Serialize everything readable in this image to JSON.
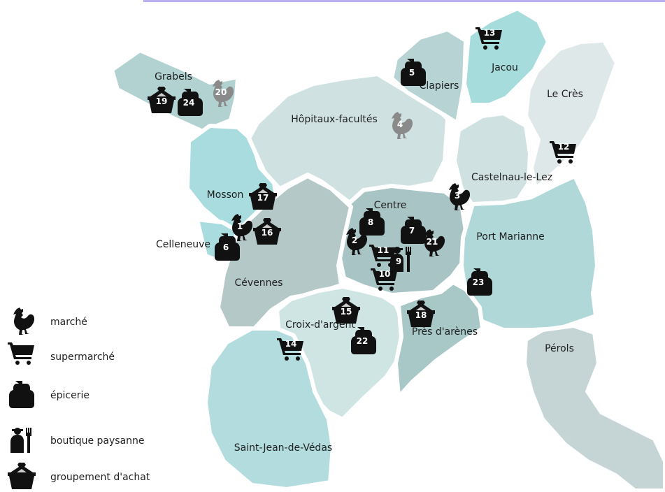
{
  "districts": [
    {
      "id": "grabels",
      "name": "Grabels",
      "fill": "#b2d2d2"
    },
    {
      "id": "mosson",
      "name": "Mosson",
      "fill": "#a9dcde"
    },
    {
      "id": "celleneuve",
      "name": "Celleneuve",
      "fill": "#a9dcde"
    },
    {
      "id": "hopitaux",
      "name": "Hôpitaux-facultés",
      "fill": "#cfe1e1"
    },
    {
      "id": "clapiers",
      "name": "Clapiers",
      "fill": "#b8d3d3"
    },
    {
      "id": "jacou",
      "name": "Jacou",
      "fill": "#a6dcdc"
    },
    {
      "id": "lecres",
      "name": "Le Crès",
      "fill": "#dfe8e8"
    },
    {
      "id": "castelnau",
      "name": "Castelnau-le-Lez",
      "fill": "#cfe1e1"
    },
    {
      "id": "centre",
      "name": "Centre",
      "fill": "#a9c4c4"
    },
    {
      "id": "cevennes",
      "name": "Cévennes",
      "fill": "#b4c8c8"
    },
    {
      "id": "portmarianne",
      "name": "Port Marianne",
      "fill": "#b0d8d8"
    },
    {
      "id": "croix",
      "name": "Croix-d'argent",
      "fill": "#cfe5e3"
    },
    {
      "id": "presarenes",
      "name": "Près d'arènes",
      "fill": "#a8c7c7"
    },
    {
      "id": "perols",
      "name": "Pérols",
      "fill": "#c5d5d5"
    },
    {
      "id": "stjean",
      "name": "Saint-Jean-de-Védas",
      "fill": "#b3dcdf"
    }
  ],
  "markers": [
    {
      "n": "1",
      "type": "marche",
      "color": "#111111"
    },
    {
      "n": "2",
      "type": "marche",
      "color": "#111111"
    },
    {
      "n": "3",
      "type": "marche",
      "color": "#111111"
    },
    {
      "n": "4",
      "type": "marche",
      "color": "#8a8a8a"
    },
    {
      "n": "5",
      "type": "epicerie",
      "color": "#111111"
    },
    {
      "n": "6",
      "type": "epicerie",
      "color": "#111111"
    },
    {
      "n": "7",
      "type": "epicerie",
      "color": "#111111"
    },
    {
      "n": "8",
      "type": "epicerie",
      "color": "#111111"
    },
    {
      "n": "9",
      "type": "boutique",
      "color": "#111111"
    },
    {
      "n": "10",
      "type": "supermarche",
      "color": "#111111"
    },
    {
      "n": "11",
      "type": "supermarche",
      "color": "#111111"
    },
    {
      "n": "12",
      "type": "supermarche",
      "color": "#111111"
    },
    {
      "n": "13",
      "type": "supermarche",
      "color": "#111111"
    },
    {
      "n": "14",
      "type": "supermarche",
      "color": "#111111"
    },
    {
      "n": "15",
      "type": "groupement",
      "color": "#111111"
    },
    {
      "n": "16",
      "type": "groupement",
      "color": "#111111"
    },
    {
      "n": "17",
      "type": "groupement",
      "color": "#111111"
    },
    {
      "n": "18",
      "type": "groupement",
      "color": "#111111"
    },
    {
      "n": "19",
      "type": "groupement",
      "color": "#111111"
    },
    {
      "n": "20",
      "type": "marche",
      "color": "#8a8a8a"
    },
    {
      "n": "21",
      "type": "marche",
      "color": "#111111"
    },
    {
      "n": "22",
      "type": "epicerie",
      "color": "#111111"
    },
    {
      "n": "23",
      "type": "epicerie",
      "color": "#111111"
    },
    {
      "n": "24",
      "type": "epicerie",
      "color": "#111111"
    }
  ],
  "legend": [
    {
      "type": "marche",
      "label": "marché"
    },
    {
      "type": "supermarche",
      "label": "supermarché"
    },
    {
      "type": "epicerie",
      "label": "épicerie"
    },
    {
      "type": "boutique",
      "label": "boutique paysanne"
    },
    {
      "type": "groupement",
      "label": "groupement d'achat"
    }
  ],
  "colors": {
    "icon": "#111111",
    "icon_grey": "#8a8a8a",
    "border": "#ffffff",
    "accent": "#b9aef0"
  }
}
